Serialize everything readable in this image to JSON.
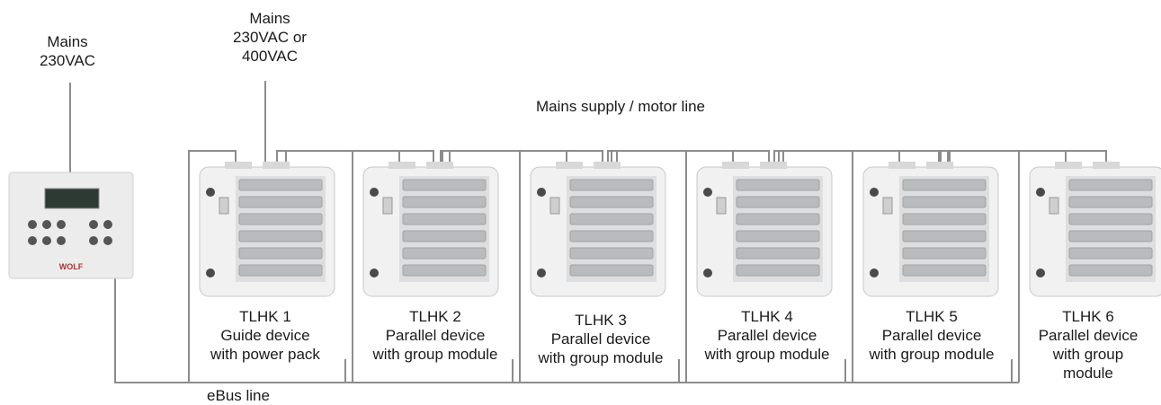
{
  "labels": {
    "mains_controller": [
      "Mains",
      "230VAC"
    ],
    "mains_device": [
      "Mains",
      "230VAC or",
      "400VAC"
    ],
    "motor_line": "Mains supply / motor line",
    "ebus_line": "eBus line"
  },
  "controller": {
    "brand": "WOLF",
    "button_rows": 2
  },
  "devices": [
    {
      "name": "TLHK 1",
      "lines": [
        "Guide device",
        "with power pack"
      ]
    },
    {
      "name": "TLHK 2",
      "lines": [
        "Parallel device",
        "with group module"
      ]
    },
    {
      "name": "TLHK 3",
      "lines": [
        "Parallel device",
        "with group module"
      ]
    },
    {
      "name": "TLHK 4",
      "lines": [
        "Parallel device",
        "with group module"
      ]
    },
    {
      "name": "TLHK 5",
      "lines": [
        "Parallel device",
        "with group module"
      ]
    },
    {
      "name": "TLHK 6",
      "lines": [
        "Parallel device",
        "with group",
        "module"
      ]
    }
  ],
  "colors": {
    "wire": "#8c8c8c",
    "unit_body": "#f1f1f1",
    "unit_grille": "#b9bcbe"
  }
}
